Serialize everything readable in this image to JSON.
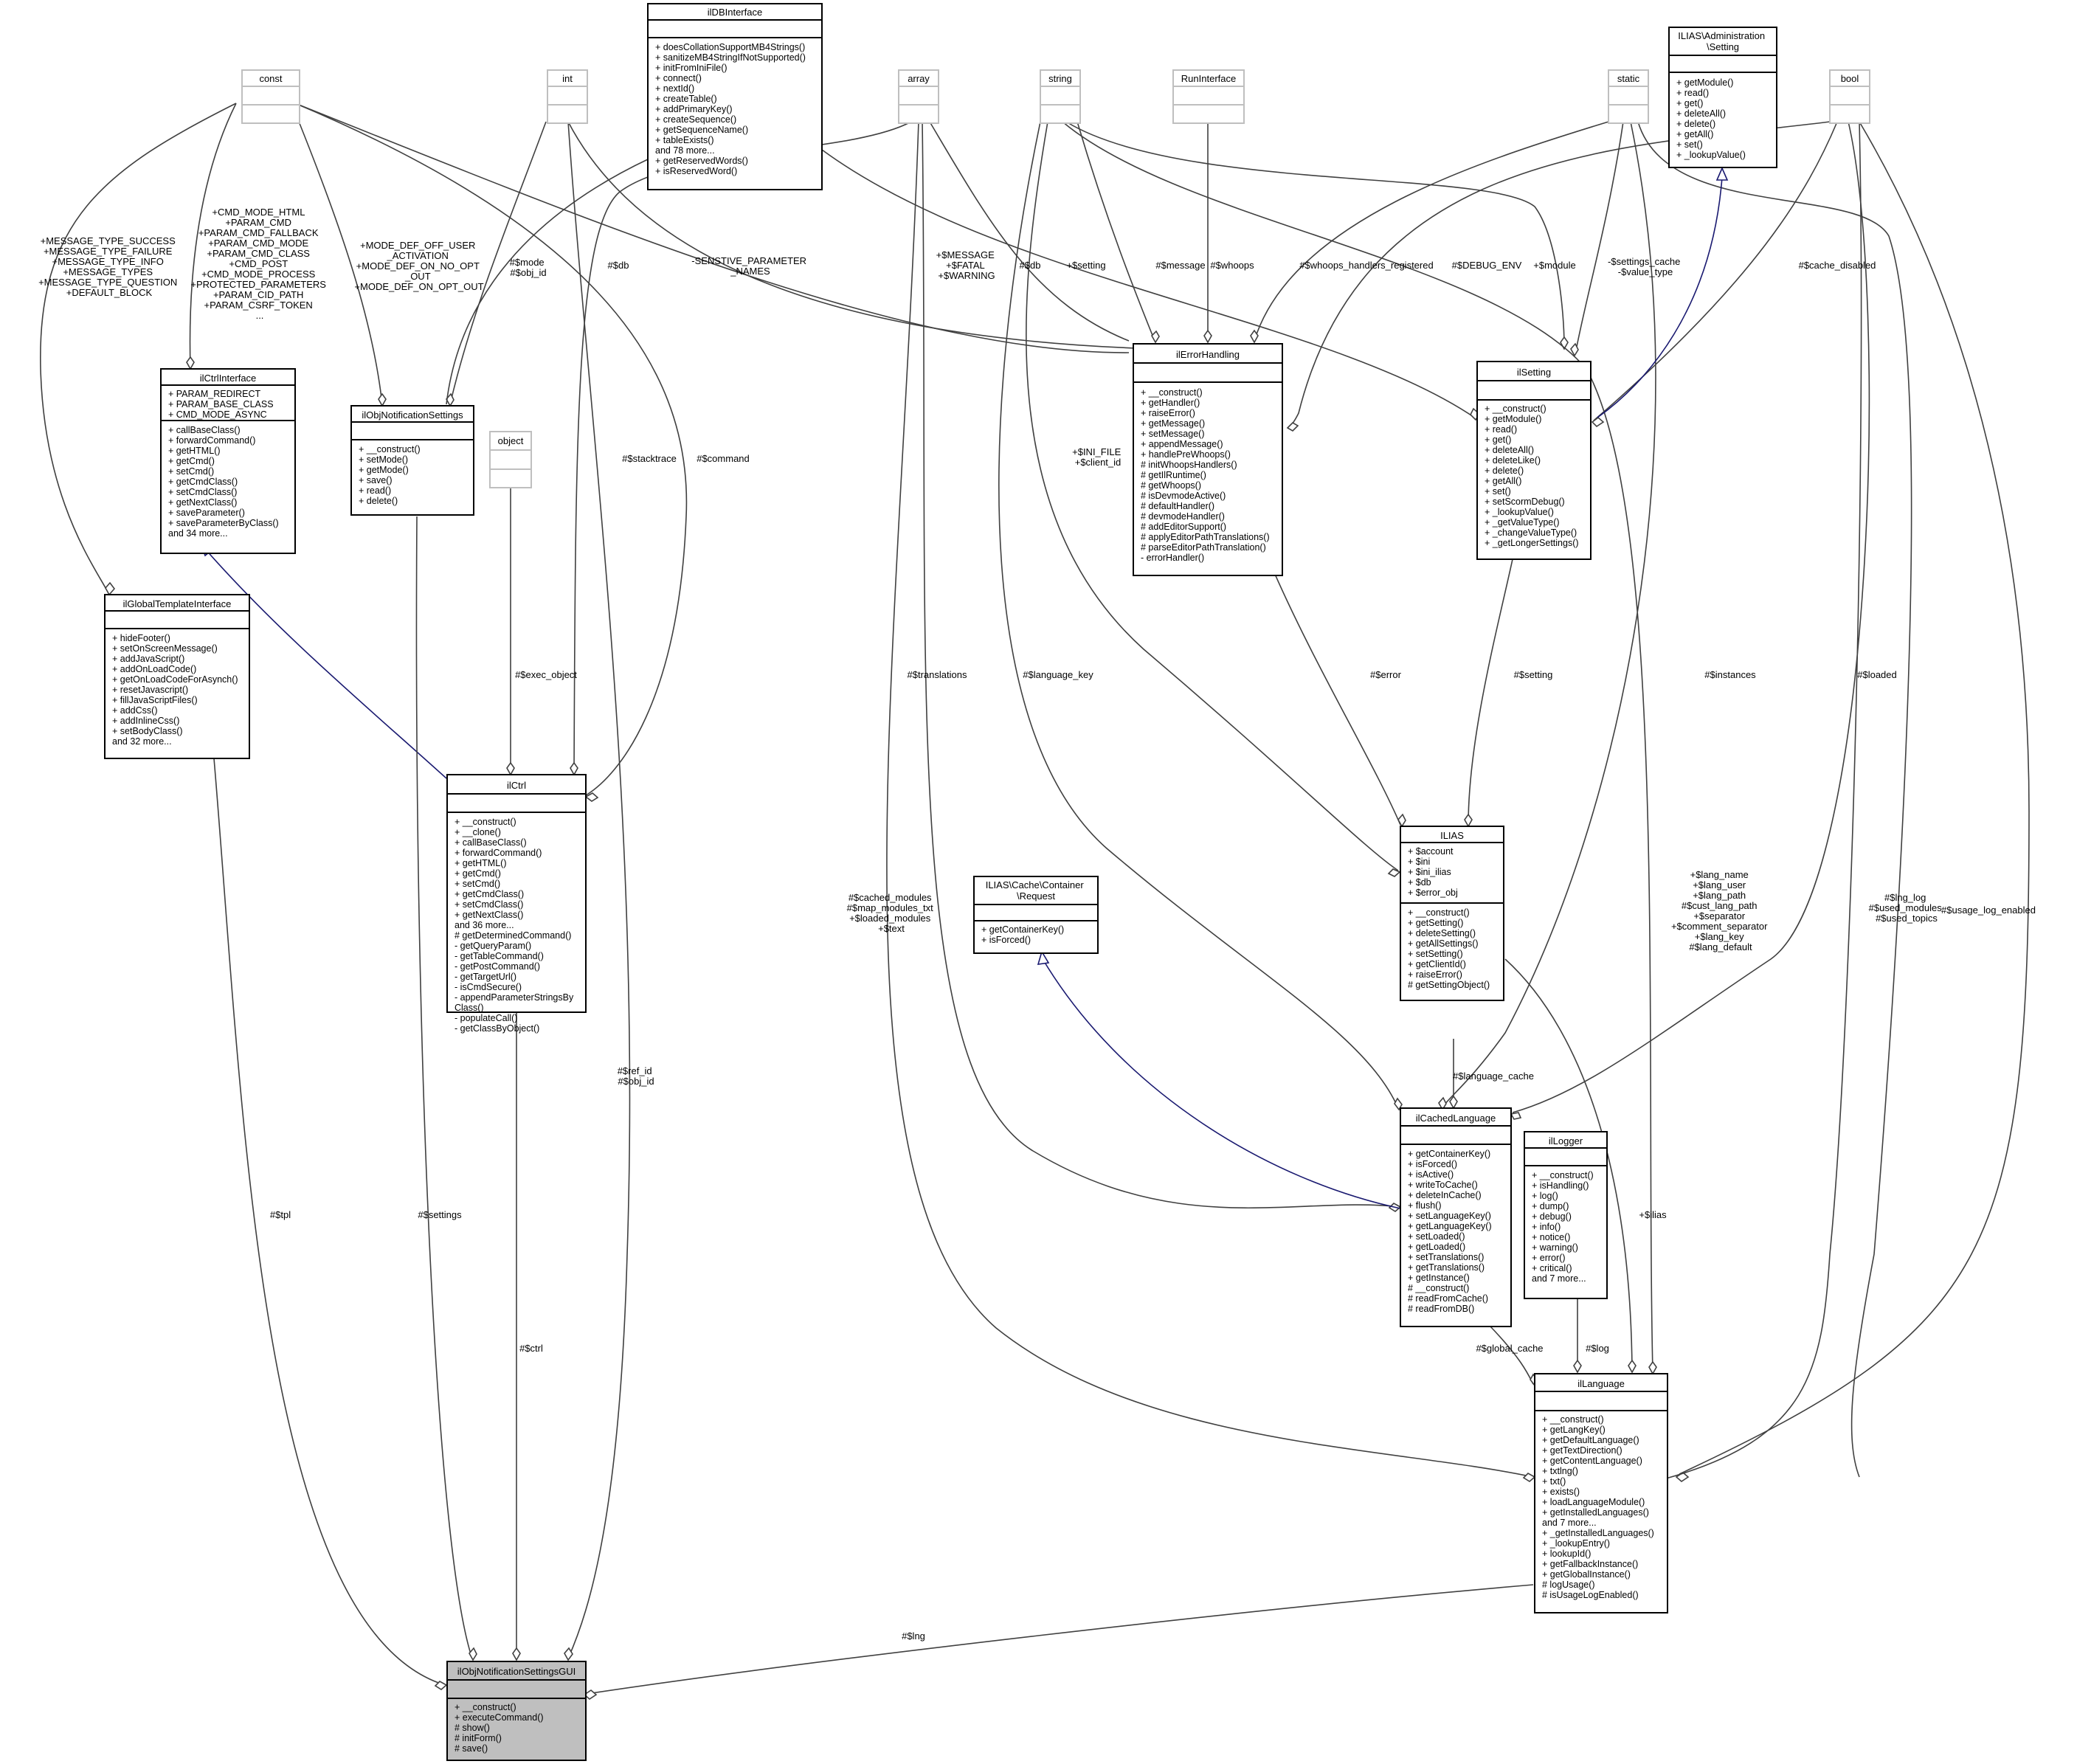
{
  "classes": {
    "ilDBInterface": {
      "name": "ilDBInterface",
      "members": [
        "+ doesCollationSupportMB4Strings()",
        "+ sanitizeMB4StringIfNotSupported()",
        "+ initFromIniFile()",
        "+ connect()",
        "+ nextId()",
        "+ createTable()",
        "+ addPrimaryKey()",
        "+ createSequence()",
        "+ getSequenceName()",
        "+ tableExists()",
        "and 78 more...",
        "+ getReservedWords()",
        "+ isReservedWord()"
      ]
    },
    "const": {
      "name": "const",
      "members": []
    },
    "int": {
      "name": "int",
      "members": []
    },
    "array": {
      "name": "array",
      "members": []
    },
    "string": {
      "name": "string",
      "members": []
    },
    "RunInterface": {
      "name": "RunInterface",
      "members": []
    },
    "static": {
      "name": "static",
      "members": []
    },
    "AdminSetting": {
      "name_lines": [
        "ILIAS\\Administration",
        "\\Setting"
      ],
      "members": [
        "+ getModule()",
        "+ read()",
        "+ get()",
        "+ deleteAll()",
        "+ delete()",
        "+ getAll()",
        "+ set()",
        "+ _lookupValue()"
      ]
    },
    "bool": {
      "name": "bool",
      "members": []
    },
    "ilCtrlInterface": {
      "name": "ilCtrlInterface",
      "attributes": [
        "+ PARAM_REDIRECT",
        "+ PARAM_BASE_CLASS",
        "+ CMD_MODE_ASYNC"
      ],
      "members": [
        "+ callBaseClass()",
        "+ forwardCommand()",
        "+ getHTML()",
        "+ getCmd()",
        "+ setCmd()",
        "+ getCmdClass()",
        "+ setCmdClass()",
        "+ getNextClass()",
        "+ saveParameter()",
        "+ saveParameterByClass()",
        "and 34 more..."
      ]
    },
    "ilObjNotificationSettings": {
      "name": "ilObjNotificationSettings",
      "members": [
        "+ __construct()",
        "+ setMode()",
        "+ getMode()",
        "+ save()",
        "+ read()",
        "+ delete()"
      ]
    },
    "object": {
      "name": "object",
      "members": []
    },
    "ilErrorHandling": {
      "name": "ilErrorHandling",
      "members": [
        "+ __construct()",
        "+ getHandler()",
        "+ raiseError()",
        "+ getMessage()",
        "+ setMessage()",
        "+ appendMessage()",
        "+ handlePreWhoops()",
        "# initWhoopsHandlers()",
        "# getIlRuntime()",
        "# getWhoops()",
        "# isDevmodeActive()",
        "# defaultHandler()",
        "# devmodeHandler()",
        "# addEditorSupport()",
        "# applyEditorPathTranslations()",
        "# parseEditorPathTranslation()",
        "- errorHandler()"
      ]
    },
    "ilSetting": {
      "name": "ilSetting",
      "members": [
        "+ __construct()",
        "+ getModule()",
        "+ read()",
        "+ get()",
        "+ deleteAll()",
        "+ deleteLike()",
        "+ delete()",
        "+ getAll()",
        "+ set()",
        "+ setScormDebug()",
        "+ _lookupValue()",
        "+ _getValueType()",
        "+ _changeValueType()",
        "+ _getLongerSettings()"
      ]
    },
    "ilGlobalTemplateInterface": {
      "name": "ilGlobalTemplateInterface",
      "members": [
        "+ hideFooter()",
        "+ setOnScreenMessage()",
        "+ addJavaScript()",
        "+ addOnLoadCode()",
        "+ getOnLoadCodeForAsynch()",
        "+ resetJavascript()",
        "+ fillJavaScriptFiles()",
        "+ addCss()",
        "+ addInlineCss()",
        "+ setBodyClass()",
        "and 32 more..."
      ]
    },
    "ilCtrl": {
      "name": "ilCtrl",
      "members": [
        "+ __construct()",
        "+ __clone()",
        "+ callBaseClass()",
        "+ forwardCommand()",
        "+ getHTML()",
        "+ getCmd()",
        "+ setCmd()",
        "+ getCmdClass()",
        "+ setCmdClass()",
        "+ getNextClass()",
        "and 36 more...",
        "# getDeterminedCommand()",
        "- getQueryParam()",
        "- getTableCommand()",
        "- getPostCommand()",
        "- getTargetUrl()",
        "- isCmdSecure()",
        "- appendParameterStringsBy",
        "Class()",
        "- populateCall()",
        "- getClassByObject()"
      ]
    },
    "ILIAS": {
      "name": "ILIAS",
      "attributes": [
        "+ $account",
        "+ $ini",
        "+ $ini_ilias",
        "+ $db",
        "+ $error_obj"
      ],
      "members": [
        "+ __construct()",
        "+ getSetting()",
        "+ deleteSetting()",
        "+ getAllSettings()",
        "+ setSetting()",
        "+ getClientId()",
        "+ raiseError()",
        "# getSettingObject()"
      ]
    },
    "Request": {
      "name_lines": [
        "ILIAS\\Cache\\Container",
        "\\Request"
      ],
      "members": [
        "+ getContainerKey()",
        "+ isForced()"
      ]
    },
    "ilCachedLanguage": {
      "name": "ilCachedLanguage",
      "members": [
        "+ getContainerKey()",
        "+ isForced()",
        "+ isActive()",
        "+ writeToCache()",
        "+ deleteInCache()",
        "+ flush()",
        "+ setLanguageKey()",
        "+ getLanguageKey()",
        "+ setLoaded()",
        "+ getLoaded()",
        "+ setTranslations()",
        "+ getTranslations()",
        "+ getInstance()",
        "# __construct()",
        "# readFromCache()",
        "# readFromDB()"
      ]
    },
    "ilLogger": {
      "name": "ilLogger",
      "members": [
        "+ __construct()",
        "+ isHandling()",
        "+ log()",
        "+ dump()",
        "+ debug()",
        "+ info()",
        "+ notice()",
        "+ warning()",
        "+ error()",
        "+ critical()",
        "and 7 more..."
      ]
    },
    "ilLanguage": {
      "name": "ilLanguage",
      "members": [
        "+ __construct()",
        "+ getLangKey()",
        "+ getDefaultLanguage()",
        "+ getTextDirection()",
        "+ getContentLanguage()",
        "+ txtlng()",
        "+ txt()",
        "+ exists()",
        "+ loadLanguageModule()",
        "+ getInstalledLanguages()",
        "and 7 more...",
        "+ _getInstalledLanguages()",
        "+ _lookupEntry()",
        "+ lookupId()",
        "+ getFallbackInstance()",
        "+ getGlobalInstance()",
        "# logUsage()",
        "# isUsageLogEnabled()"
      ]
    },
    "ilObjNotificationSettingsGUI": {
      "name": "ilObjNotificationSettingsGUI",
      "members": [
        "+ __construct()",
        "+ executeCommand()",
        "# show()",
        "# initForm()",
        "# save()"
      ]
    }
  },
  "edge_labels": {
    "const_global": [
      "+MESSAGE_TYPE_SUCCESS",
      "+MESSAGE_TYPE_FAILURE",
      "+MESSAGE_TYPE_INFO",
      "+MESSAGE_TYPES",
      "+MESSAGE_TYPE_QUESTION",
      "+DEFAULT_BLOCK"
    ],
    "const_ctrlif": [
      "+CMD_MODE_HTML",
      "+PARAM_CMD",
      "+PARAM_CMD_FALLBACK",
      "+PARAM_CMD_MODE",
      "+PARAM_CMD_CLASS",
      "+CMD_POST",
      "+CMD_MODE_PROCESS",
      "+PROTECTED_PARAMETERS",
      "+PARAM_CID_PATH",
      "+PARAM_CSRF_TOKEN",
      "..."
    ],
    "const_notif": [
      "+MODE_DEF_OFF_USER",
      "_ACTIVATION",
      "+MODE_DEF_ON_NO_OPT",
      "_OUT",
      "+MODE_DEF_ON_OPT_OUT"
    ],
    "int_notif": [
      "#$mode",
      "#$obj_id"
    ],
    "db_notif": [
      "#$db"
    ],
    "sensitive": [
      "-SENSTIVE_PARAMETER",
      "_NAMES"
    ],
    "err_msg": [
      "+$MESSAGE",
      "+$FATAL",
      "+$WARNING"
    ],
    "db_setting": [
      "#$db"
    ],
    "setting_string": [
      "+$setting"
    ],
    "message": [
      "#$message"
    ],
    "whoops": [
      "#$whoops"
    ],
    "whoops_reg": [
      "#$whoops_handlers_registered"
    ],
    "debug_env": [
      "#$DEBUG_ENV"
    ],
    "module": [
      "+$module"
    ],
    "settings_cache": [
      "-$settings_cache",
      "-$value_type"
    ],
    "cache_disabled": [
      "#$cache_disabled"
    ],
    "stacktrace": [
      "#$stacktrace"
    ],
    "command": [
      "#$command"
    ],
    "ini_file": [
      "+$INI_FILE",
      "+$client_id"
    ],
    "exec_object": [
      "#$exec_object"
    ],
    "translations": [
      "#$translations"
    ],
    "language_key": [
      "#$language_key"
    ],
    "error": [
      "#$error"
    ],
    "setting": [
      "#$setting"
    ],
    "instances": [
      "#$instances"
    ],
    "loaded": [
      "#$loaded"
    ],
    "cached_modules": [
      "#$cached_modules",
      "#$map_modules_txt",
      "+$loaded_modules",
      "+$text"
    ],
    "lang_name": [
      "+$lang_name",
      "+$lang_user",
      "+$lang_path",
      "#$cust_lang_path",
      "+$separator",
      "+$comment_separator",
      "+$lang_key",
      "#$lang_default"
    ],
    "lng_log": [
      "#$lng_log",
      "#$used_modules",
      "#$used_topics"
    ],
    "usage_log": [
      "#$usage_log_enabled"
    ],
    "ref_id": [
      "#$ref_id",
      "#$obj_id"
    ],
    "language_cache": [
      "#$language_cache"
    ],
    "ilias": [
      "+$ilias"
    ],
    "global_cache": [
      "#$global_cache"
    ],
    "log": [
      "#$log"
    ],
    "tpl": [
      "#$tpl"
    ],
    "settings": [
      "#$settings"
    ],
    "ctrl": [
      "#$ctrl"
    ],
    "lng": [
      "#$lng"
    ]
  }
}
